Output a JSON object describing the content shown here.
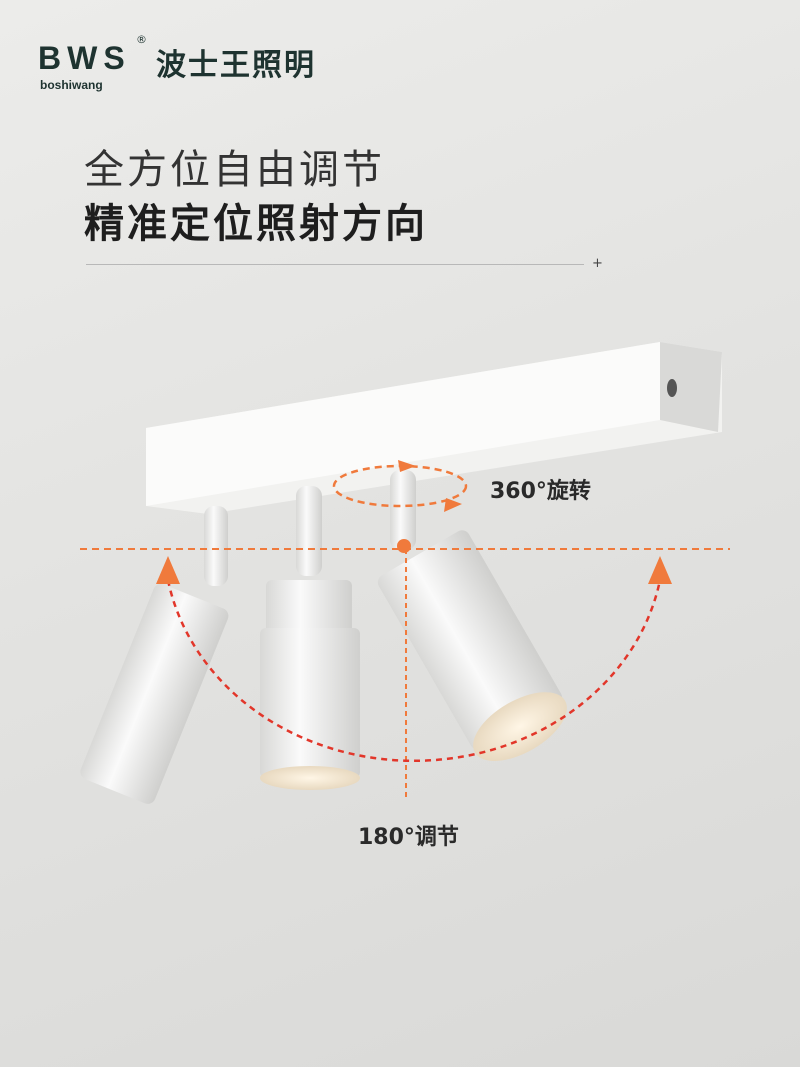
{
  "brand": {
    "logo_letters": "BWS",
    "logo_sub": "boshiwang",
    "registered": "®",
    "name_cn": "波士王照明"
  },
  "headline": {
    "line1": "全方位自由调节",
    "line2": "精准定位照射方向",
    "plus": "+"
  },
  "annotations": {
    "rotation": "360°旋转",
    "tilt": "180°调节"
  },
  "colors": {
    "accent": "#f07a3c",
    "arc": "#e2362a"
  }
}
